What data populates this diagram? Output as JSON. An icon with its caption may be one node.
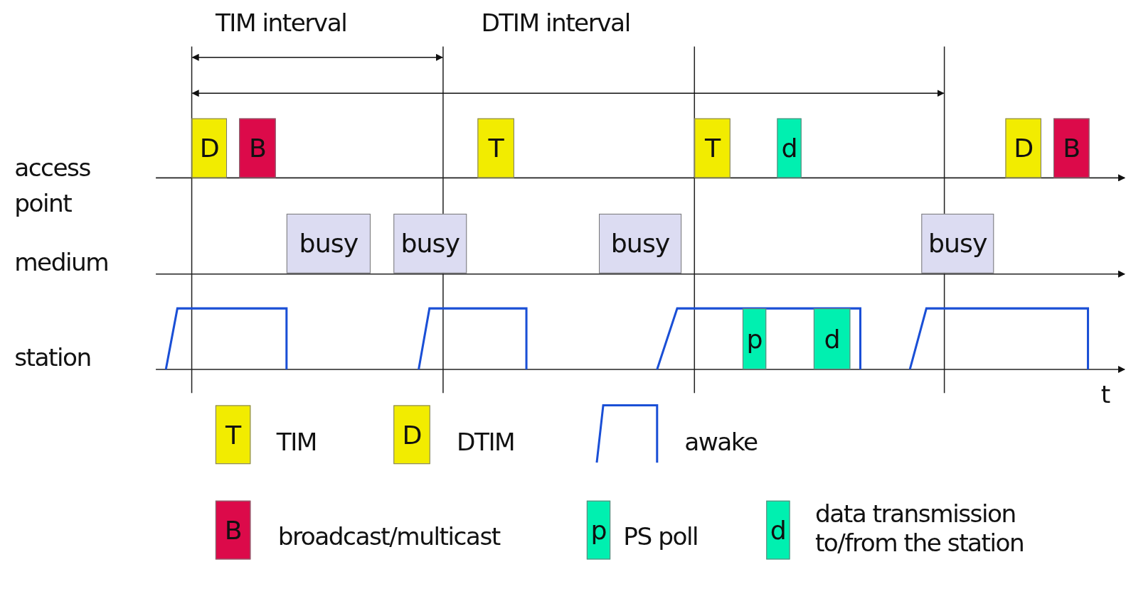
{
  "diagram": {
    "nodes": [
      {
        "text": [
          "D"
        ]
      },
      {
        "text": [
          "B"
        ]
      },
      {
        "text": [
          "T"
        ]
      },
      {
        "text": [
          "T"
        ]
      },
      {
        "text": [
          "d"
        ]
      },
      {
        "text": [
          "D"
        ]
      },
      {
        "text": [
          "B"
        ]
      },
      {
        "text": [
          "busy"
        ]
      },
      {
        "text": [
          "busy"
        ]
      },
      {
        "text": [
          "busy"
        ]
      },
      {
        "text": [
          "busy"
        ]
      },
      {
        "text": [
          "p"
        ]
      },
      {
        "text": [
          "d"
        ]
      },
      {
        "text": [
          "T"
        ],
        "beside": [
          "TIM"
        ]
      },
      {
        "text": [
          "D"
        ],
        "beside": [
          "DTIM"
        ]
      },
      {
        "text": [
          "B"
        ],
        "beside": [
          "broadcast/multicast"
        ]
      },
      {
        "text": [
          "p"
        ],
        "beside": [
          "PS poll"
        ]
      },
      {
        "text": [
          "d"
        ],
        "beside": [
          "data transmission to/from the station"
        ]
      }
    ],
    "edges": [],
    "labels": [
      "TIM interval",
      "DTIM interval",
      "access point",
      "medium",
      "station",
      "t"
    ],
    "legend": [
      {
        "text": "awake"
      }
    ]
  }
}
